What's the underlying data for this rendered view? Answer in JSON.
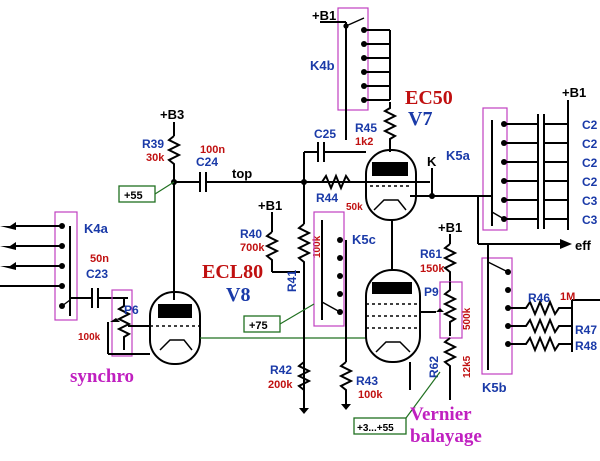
{
  "rails": {
    "b1_top": "+B1",
    "b3": "+B3",
    "b1_left": "+B1",
    "b1_mid": "+B1",
    "b1_right": "+B1"
  },
  "switches": {
    "k4a": "K4a",
    "k4b": "K4b",
    "k5a": "K5a",
    "k5b": "K5b",
    "k5c": "K5c"
  },
  "tubes": {
    "v7_type": "EC50",
    "v7_name": "V7",
    "v8_type": "ECL80",
    "v8_name": "V8"
  },
  "components": {
    "r39": "R39",
    "r39_val": "30k",
    "r40": "R40",
    "r40_val": "700k",
    "r41": "R41",
    "r41_val": "100k",
    "r42": "R42",
    "r42_val": "200k",
    "r43": "R43",
    "r43_val": "100k",
    "r44": "R44",
    "r44_val": "50k",
    "r45": "R45",
    "r45_val": "1k2",
    "r46": "R46",
    "r46_val": "1M",
    "r47": "R47",
    "r48": "R48",
    "r61": "R61",
    "r61_val": "150k",
    "r62": "R62",
    "r62_val": "12k5",
    "c23": "C23",
    "c23_val": "50n",
    "c24": "C24",
    "c24_val": "100n",
    "c25": "C25",
    "c_right": [
      "C2",
      "C2",
      "C2",
      "C2",
      "C3",
      "C3"
    ],
    "p6": "P6",
    "p6_val": "100k",
    "p9": "P9",
    "p9_val": "500k"
  },
  "signals": {
    "top": "top",
    "k_node": "K",
    "eff": "eff"
  },
  "tags": {
    "plus55": "+55",
    "plus75": "+75",
    "plus3_55": "+3...+55"
  },
  "captions": {
    "synchro": "synchro",
    "vernier": "Vernier",
    "balayage": "balayage"
  }
}
